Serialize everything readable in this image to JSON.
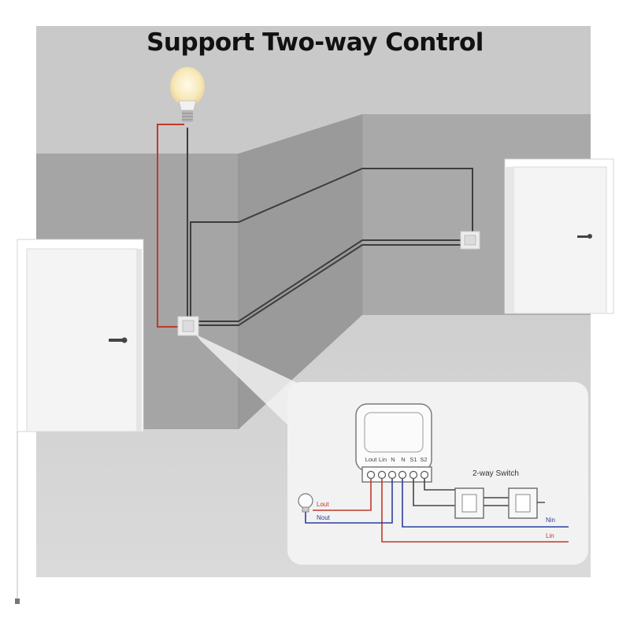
{
  "title": "Support Two-way Control",
  "module": {
    "terminals": [
      "Lout",
      "Lin",
      "N",
      "N",
      "S1",
      "S2"
    ]
  },
  "wiring": {
    "switch_label": "2-way Switch",
    "lines": [
      "Lout",
      "Nout",
      "Nin",
      "Lin"
    ]
  },
  "colors": {
    "live": "#c0392b",
    "neutral": "#2b3f9e",
    "switch_wire": "#444444",
    "wall_back": "#c9c9c9",
    "corridor": "#a4a4a4",
    "panel_bg": "#f2f2f2"
  },
  "icons": [
    "light-bulb-icon",
    "wall-switch-icon",
    "door-handle-icon"
  ]
}
